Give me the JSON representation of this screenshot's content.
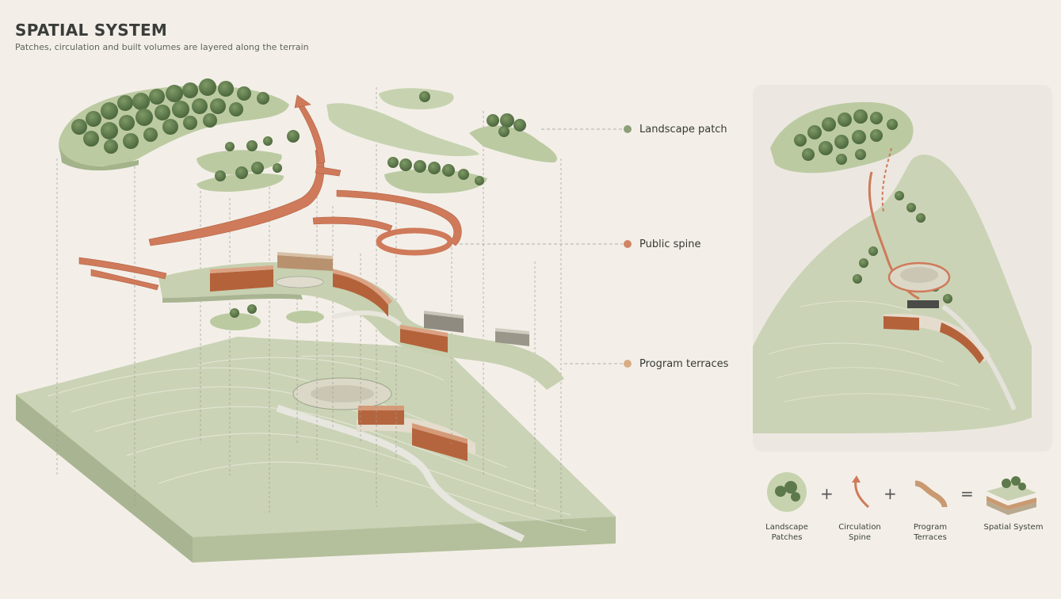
{
  "header": {
    "title": "SPATIAL SYSTEM",
    "subtitle": "Patches, circulation and built volumes are layered along the terrain"
  },
  "legend": [
    {
      "label": "Landscape patch",
      "color": "#8c9f78"
    },
    {
      "label": "Public spine",
      "color": "#cf8563"
    },
    {
      "label": "Program terraces",
      "color": "#d8ad84"
    }
  ],
  "equation": {
    "items": [
      {
        "label": "Landscape Patches"
      },
      {
        "label": "Circulation Spine"
      },
      {
        "label": "Program Terraces"
      },
      {
        "label": "Spatial System"
      }
    ],
    "operators": [
      "+",
      "+",
      "="
    ]
  },
  "colors": {
    "background": "#f3efe8",
    "terrain": "#c9d2b4",
    "terrain_side": "#b7c2a0",
    "patch": "#b9c9a0",
    "tree": "#5e7a4c",
    "spine": "#cf7a5a",
    "building": "#b8663f"
  }
}
